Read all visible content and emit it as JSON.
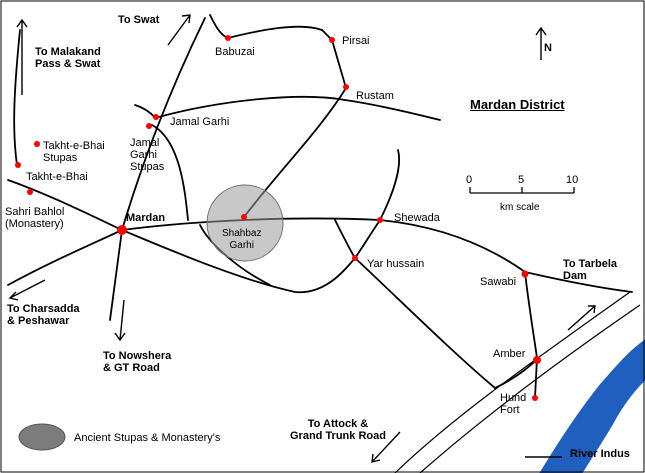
{
  "title": "Mardan District",
  "north_label": "N",
  "scale": {
    "ticks": [
      "0",
      "5",
      "10"
    ],
    "label": "km scale"
  },
  "places": {
    "mardan": "Mardan",
    "shahbaz_garhi": "Shahbaz\nGarhi",
    "shewada": "Shewada",
    "yar_hussain": "Yar hussain",
    "sawabi": "Sawabi",
    "amber": "Amber",
    "hund_fort": "Hund\nFort",
    "rustam": "Rustam",
    "pirsai": "Pirsai",
    "babuzai": "Babuzai",
    "jamal_garhi": "Jamal Garhi",
    "jamal_garhi_stupas": "Jamal\nGarhi\nStupas",
    "takht_e_bhai_stupas": "Takht-e-Bhai\nStupas",
    "takht_e_bhai": "Takht-e-Bhai",
    "sahri_bahlol": "Sahri Bahlol\n(Monastery)"
  },
  "directions": {
    "to_swat": "To Swat",
    "to_malakand": "To Malakand\nPass & Swat",
    "to_charsadda": "To Charsadda\n& Peshawar",
    "to_nowshera": "To Nowshera\n& GT Road",
    "to_attock": "To Attock &\nGrand Trunk Road",
    "to_tarbela": "To Tarbela\nDam",
    "river": "River Indus"
  },
  "legend": {
    "label": "Ancient Stupas & Monastery's"
  },
  "colors": {
    "road": "#000000",
    "town_dot": "#ff0000",
    "river": "#1f5fbf",
    "stupa_area": "#8a8a8a"
  }
}
